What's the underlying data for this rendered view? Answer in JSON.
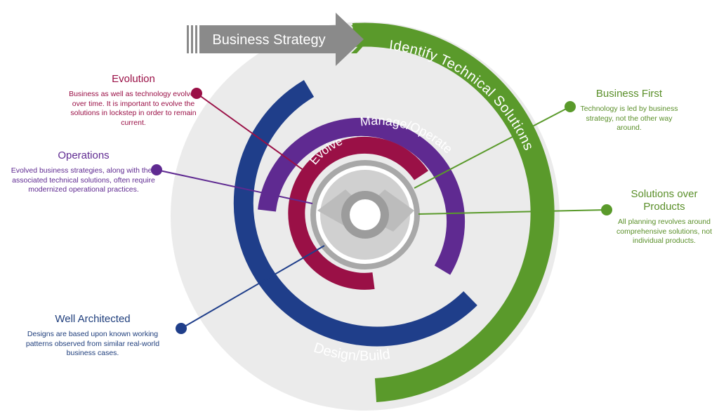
{
  "diagram": {
    "arrow_label": "Business Strategy",
    "rings": {
      "identify": "Identify Technical Solutions",
      "manage": "Manage/Operate",
      "evolve": "Evolve",
      "design": "Design/Build"
    }
  },
  "annotations": {
    "evolution": {
      "title": "Evolution",
      "body": "Business as well as technology evolves over time. It is important to evolve the solutions in lockstep in order to remain current."
    },
    "operations": {
      "title": "Operations",
      "body": "Evolved business strategies, along with their associated technical solutions, often require modernized operational practices."
    },
    "well_architected": {
      "title": "Well Architected",
      "body": "Designs are based upon known working patterns observed from similar real-world business cases."
    },
    "business_first": {
      "title": "Business First",
      "body": "Technology is led by business strategy, not the other way around."
    },
    "solutions_over_products": {
      "title": "Solutions over Products",
      "body": "All planning revolves around comprehensive solutions, not individual products."
    }
  },
  "colors": {
    "green": "#5a9a2b",
    "blue": "#1f3e8a",
    "purple": "#5f2a91",
    "crimson": "#9a1046",
    "grey": "#9c9c9c",
    "light_grey": "#ebebeb"
  }
}
